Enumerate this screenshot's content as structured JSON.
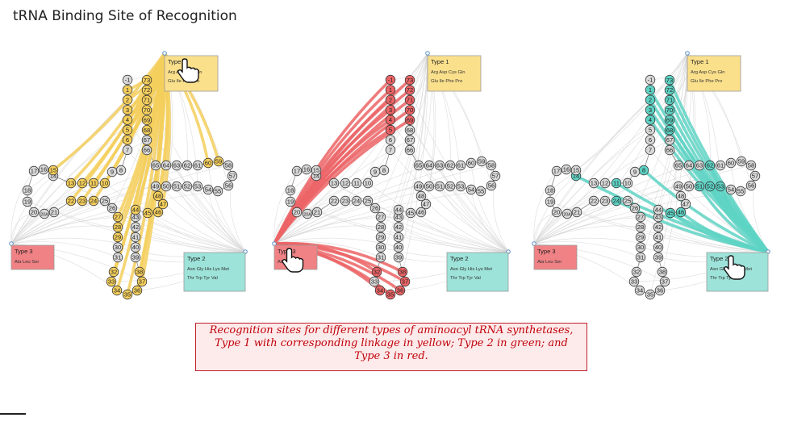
{
  "page": {
    "title": "tRNA Binding Site of Recognition"
  },
  "caption": "Recognition sites for different types of aminoacyl tRNA synthetases, Type 1 with corresponding linkage in yellow; Type 2 in green; and Type 3 in red.",
  "colors": {
    "type1": "#f5cf5c",
    "type1_box": "#fbe08c",
    "type2": "#5ed3c4",
    "type2_box": "#9de3d9",
    "type3": "#ec6466",
    "type3_box": "#f08184",
    "node_default": "#d9d9d9",
    "link_default": "#d4d4d4"
  },
  "types": [
    {
      "key": "type1",
      "label": "Type 1",
      "amino_acids": [
        "Arg",
        "Asp",
        "Cys",
        "Gln",
        "Glu",
        "Ile",
        "Phe",
        "Pro"
      ]
    },
    {
      "key": "type2",
      "label": "Type 2",
      "amino_acids": [
        "Asn",
        "Gly",
        "His",
        "Lys",
        "Met",
        "Thr",
        "Trp",
        "Tyr",
        "Val"
      ]
    },
    {
      "key": "type3",
      "label": "Type 3",
      "amino_acids": [
        "Ala",
        "Leu",
        "Ser"
      ]
    }
  ],
  "nucleotides": [
    "-1",
    "1",
    "2",
    "3",
    "4",
    "5",
    "6",
    "7",
    "8",
    "9",
    "10",
    "11",
    "12",
    "13",
    "14",
    "15",
    "16",
    "17",
    "18",
    "19",
    "20",
    "20A",
    "21",
    "22",
    "23",
    "24",
    "25",
    "26",
    "27",
    "28",
    "29",
    "30",
    "31",
    "32",
    "33",
    "34",
    "35",
    "36",
    "37",
    "38",
    "39",
    "40",
    "41",
    "42",
    "43",
    "44",
    "45",
    "46",
    "47",
    "48",
    "49",
    "50",
    "51",
    "52",
    "53",
    "54",
    "55",
    "56",
    "57",
    "58",
    "59",
    "60",
    "61",
    "62",
    "63",
    "64",
    "65",
    "66",
    "67",
    "68",
    "69",
    "70",
    "71",
    "72",
    "73"
  ],
  "panels": [
    {
      "highlight_type": "type1",
      "hand_on": "type1",
      "highlighted": [
        "1",
        "2",
        "3",
        "4",
        "5",
        "6",
        "10",
        "11",
        "12",
        "13",
        "15",
        "22",
        "23",
        "24",
        "27",
        "28",
        "29",
        "32",
        "33",
        "34",
        "35",
        "36",
        "37",
        "38",
        "44",
        "45",
        "46",
        "47",
        "48",
        "59",
        "60",
        "68",
        "69",
        "70",
        "71",
        "72",
        "73"
      ]
    },
    {
      "highlight_type": "type3",
      "hand_on": "type3",
      "highlighted": [
        "-1",
        "1",
        "2",
        "3",
        "4",
        "5",
        "32",
        "34",
        "35",
        "36",
        "37",
        "38",
        "69",
        "70",
        "71",
        "72",
        "73"
      ]
    },
    {
      "highlight_type": "type2",
      "hand_on": "type2",
      "highlighted": [
        "1",
        "2",
        "3",
        "4",
        "8",
        "11",
        "14",
        "24",
        "45",
        "46",
        "51",
        "52",
        "53",
        "62",
        "68",
        "69",
        "70",
        "71",
        "72",
        "73"
      ]
    }
  ]
}
